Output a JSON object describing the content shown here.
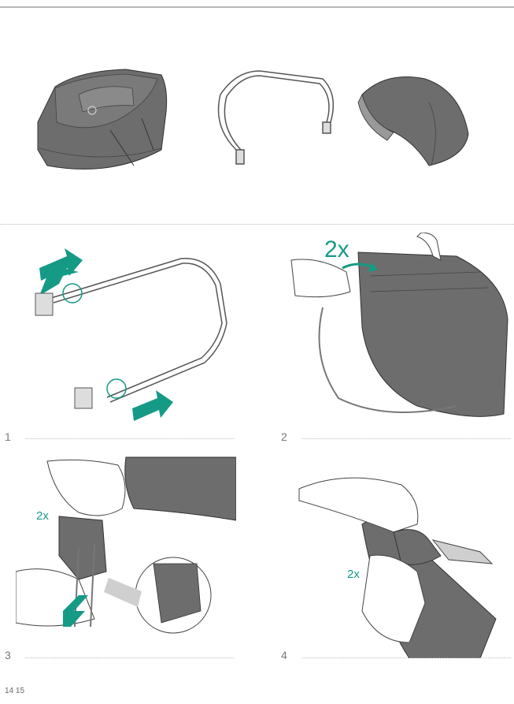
{
  "steps": [
    {
      "label": "1"
    },
    {
      "label": "2",
      "times": "2x"
    },
    {
      "label": "3",
      "times": "2x"
    },
    {
      "label": "4",
      "times": "2x"
    }
  ],
  "page_numbers": "14 15",
  "colors": {
    "accent": "#159a86",
    "product_gray": "#6f6f6f",
    "line": "#444444"
  }
}
